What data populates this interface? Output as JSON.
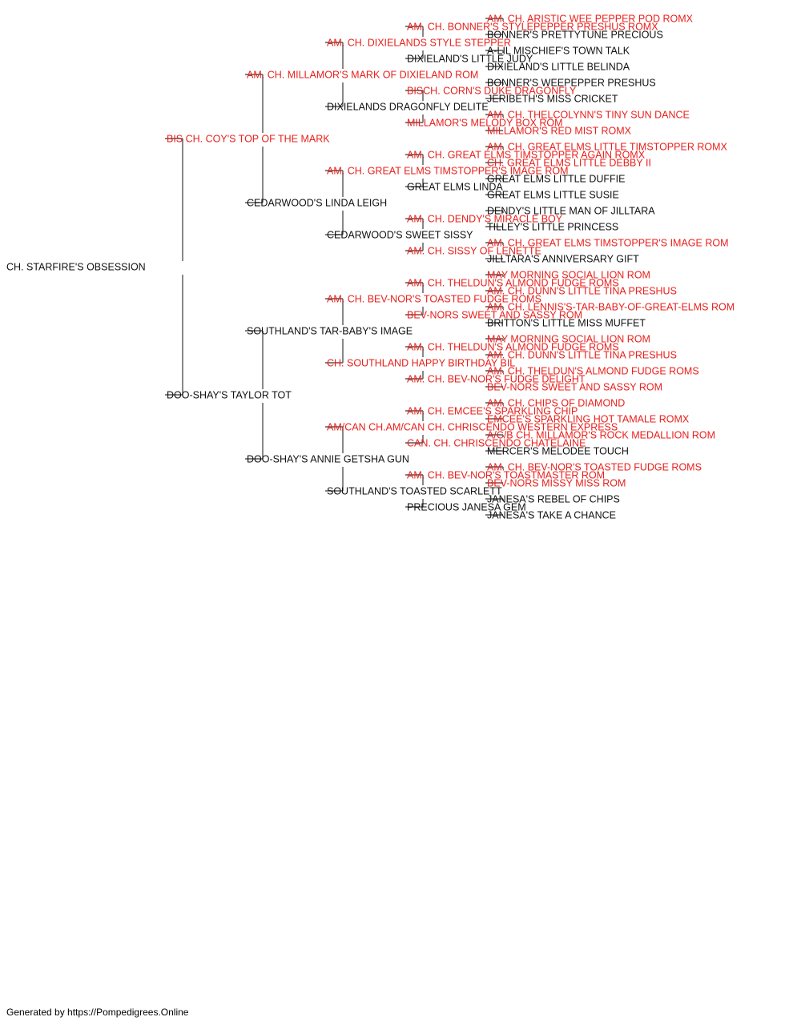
{
  "colors": {
    "titled": "#e8201c",
    "plain": "#111111",
    "connector": "#555555"
  },
  "footer": "Generated by https://Pompedigrees.Online",
  "pedigree": {
    "name": "CH. STARFIRE'S OBSESSION",
    "titled": false,
    "sire": {
      "name": "BIS CH. COY'S TOP OF THE MARK",
      "titled": true,
      "sire": {
        "name": "AM. CH. MILLAMOR'S MARK OF DIXIELAND ROM",
        "titled": true,
        "sire": {
          "name": "AM. CH. DIXIELANDS STYLE STEPPER",
          "titled": true,
          "sire": {
            "name": "AM. CH. BONNER'S STYLEPEPPER PRESHUS ROMX",
            "titled": true,
            "sire": {
              "name": "AM. CH. ARISTIC WEE PEPPER POD ROMX",
              "titled": true
            },
            "dam": {
              "name": "BONNER'S PRETTYTUNE PRECIOUS",
              "titled": false
            }
          },
          "dam": {
            "name": "DIXIELAND'S LITTLE JUDY",
            "titled": false,
            "sire": {
              "name": "A-LIL MISCHIEF'S TOWN TALK",
              "titled": false
            },
            "dam": {
              "name": "DIXIELAND'S LITTLE BELINDA",
              "titled": false
            }
          }
        },
        "dam": {
          "name": "DIXIELANDS DRAGONFLY DELITE",
          "titled": false,
          "sire": {
            "name": "BISCH. CORN'S DUKE DRAGONFLY",
            "titled": true,
            "sire": {
              "name": "BONNER'S WEEPEPPER PRESHUS",
              "titled": false
            },
            "dam": {
              "name": "JERIBETH'S MISS CRICKET",
              "titled": false
            }
          },
          "dam": {
            "name": "MILLAMOR'S MELODY BOX ROM",
            "titled": true,
            "sire": {
              "name": "AM. CH. THELCOLYNN'S TINY SUN DANCE",
              "titled": true
            },
            "dam": {
              "name": "MILLAMOR'S RED MIST ROMX",
              "titled": true
            }
          }
        }
      },
      "dam": {
        "name": "CEDARWOOD'S LINDA LEIGH",
        "titled": false,
        "sire": {
          "name": "AM. CH. GREAT ELMS TIMSTOPPER'S IMAGE ROM",
          "titled": true,
          "sire": {
            "name": "AM. CH. GREAT ELMS TIMSTOPPER AGAIN ROMX",
            "titled": true,
            "sire": {
              "name": "AM. CH. GREAT ELMS LITTLE TIMSTOPPER ROMX",
              "titled": true
            },
            "dam": {
              "name": "CH. GREAT ELMS LITTLE DEBBY II",
              "titled": true
            }
          },
          "dam": {
            "name": "GREAT ELMS LINDA",
            "titled": false,
            "sire": {
              "name": "GREAT ELMS LITTLE DUFFIE",
              "titled": false
            },
            "dam": {
              "name": "GREAT ELMS LITTLE SUSIE",
              "titled": false
            }
          }
        },
        "dam": {
          "name": "CEDARWOOD'S SWEET SISSY",
          "titled": false,
          "sire": {
            "name": "AM. CH. DENDY'S MIRACLE BOY",
            "titled": true,
            "sire": {
              "name": "DENDY'S LITTLE MAN OF JILLTARA",
              "titled": false
            },
            "dam": {
              "name": "TILLEY'S LITTLE PRINCESS",
              "titled": false
            }
          },
          "dam": {
            "name": "AM. CH. SISSY OF LENETTE",
            "titled": true,
            "sire": {
              "name": "AM. CH. GREAT ELMS TIMSTOPPER'S IMAGE ROM",
              "titled": true
            },
            "dam": {
              "name": "JILLTARA'S ANNIVERSARY GIFT",
              "titled": false
            }
          }
        }
      }
    },
    "dam": {
      "name": "DOO-SHAY'S TAYLOR TOT",
      "titled": false,
      "sire": {
        "name": "SOUTHLAND'S TAR-BABY'S IMAGE",
        "titled": false,
        "sire": {
          "name": "AM. CH. BEV-NOR'S TOASTED FUDGE ROMS",
          "titled": true,
          "sire": {
            "name": "AM. CH. THELDUN'S ALMOND FUDGE ROMS",
            "titled": true,
            "sire": {
              "name": "MAY MORNING SOCIAL LION ROM",
              "titled": true
            },
            "dam": {
              "name": "AM. CH. DUNN'S LITTLE TINA PRESHUS",
              "titled": true
            }
          },
          "dam": {
            "name": "BEV-NORS SWEET AND SASSY ROM",
            "titled": true,
            "sire": {
              "name": "AM. CH. LENNIS'S-TAR-BABY-OF-GREAT-ELMS ROM",
              "titled": true
            },
            "dam": {
              "name": "BRITTON'S LITTLE MISS MUFFET",
              "titled": false
            }
          }
        },
        "dam": {
          "name": "CH. SOUTHLAND HAPPY BIRTHDAY BIL",
          "titled": true,
          "sire": {
            "name": "AM. CH. THELDUN'S ALMOND FUDGE ROMS",
            "titled": true,
            "sire": {
              "name": "MAY MORNING SOCIAL LION ROM",
              "titled": true
            },
            "dam": {
              "name": "AM. CH. DUNN'S LITTLE TINA PRESHUS",
              "titled": true
            }
          },
          "dam": {
            "name": "AM. CH. BEV-NOR'S FUDGE DELIGHT",
            "titled": true,
            "sire": {
              "name": "AM. CH. THELDUN'S ALMOND FUDGE ROMS",
              "titled": true
            },
            "dam": {
              "name": "BEV-NORS SWEET AND SASSY ROM",
              "titled": true
            }
          }
        }
      },
      "dam": {
        "name": "DOO-SHAY'S ANNIE GETSHA GUN",
        "titled": false,
        "sire": {
          "name": "AM/CAN CH.AM/CAN CH. CHRISCENDO WESTERN EXPRESS",
          "titled": true,
          "sire": {
            "name": "AM. CH. EMCEE'S SPARKLING CHIP",
            "titled": true,
            "sire": {
              "name": "AM. CH. CHIPS OF DIAMOND",
              "titled": true
            },
            "dam": {
              "name": "EMCEE'S SPARKLING HOT TAMALE ROMX",
              "titled": true
            }
          },
          "dam": {
            "name": "CAN. CH. CHRISCENDO CHATELAINE",
            "titled": true,
            "sire": {
              "name": "A/C/B CH. MILLAMOR'S ROCK MEDALLION ROM",
              "titled": true
            },
            "dam": {
              "name": "MERCER'S MELODEE TOUCH",
              "titled": false
            }
          }
        },
        "dam": {
          "name": "SOUTHLAND'S TOASTED SCARLETT",
          "titled": false,
          "sire": {
            "name": "AM. CH. BEV-NOR'S TOASTMASTER ROM",
            "titled": true,
            "sire": {
              "name": "AM. CH. BEV-NOR'S TOASTED FUDGE ROMS",
              "titled": true
            },
            "dam": {
              "name": "BEV-NORS MISSY MISS ROM",
              "titled": true
            }
          },
          "dam": {
            "name": "PRECIOUS JANESA GEM",
            "titled": false,
            "sire": {
              "name": "JANESA'S REBEL OF CHIPS",
              "titled": false
            },
            "dam": {
              "name": "JANESA'S TAKE A CHANCE",
              "titled": false
            }
          }
        }
      }
    }
  }
}
